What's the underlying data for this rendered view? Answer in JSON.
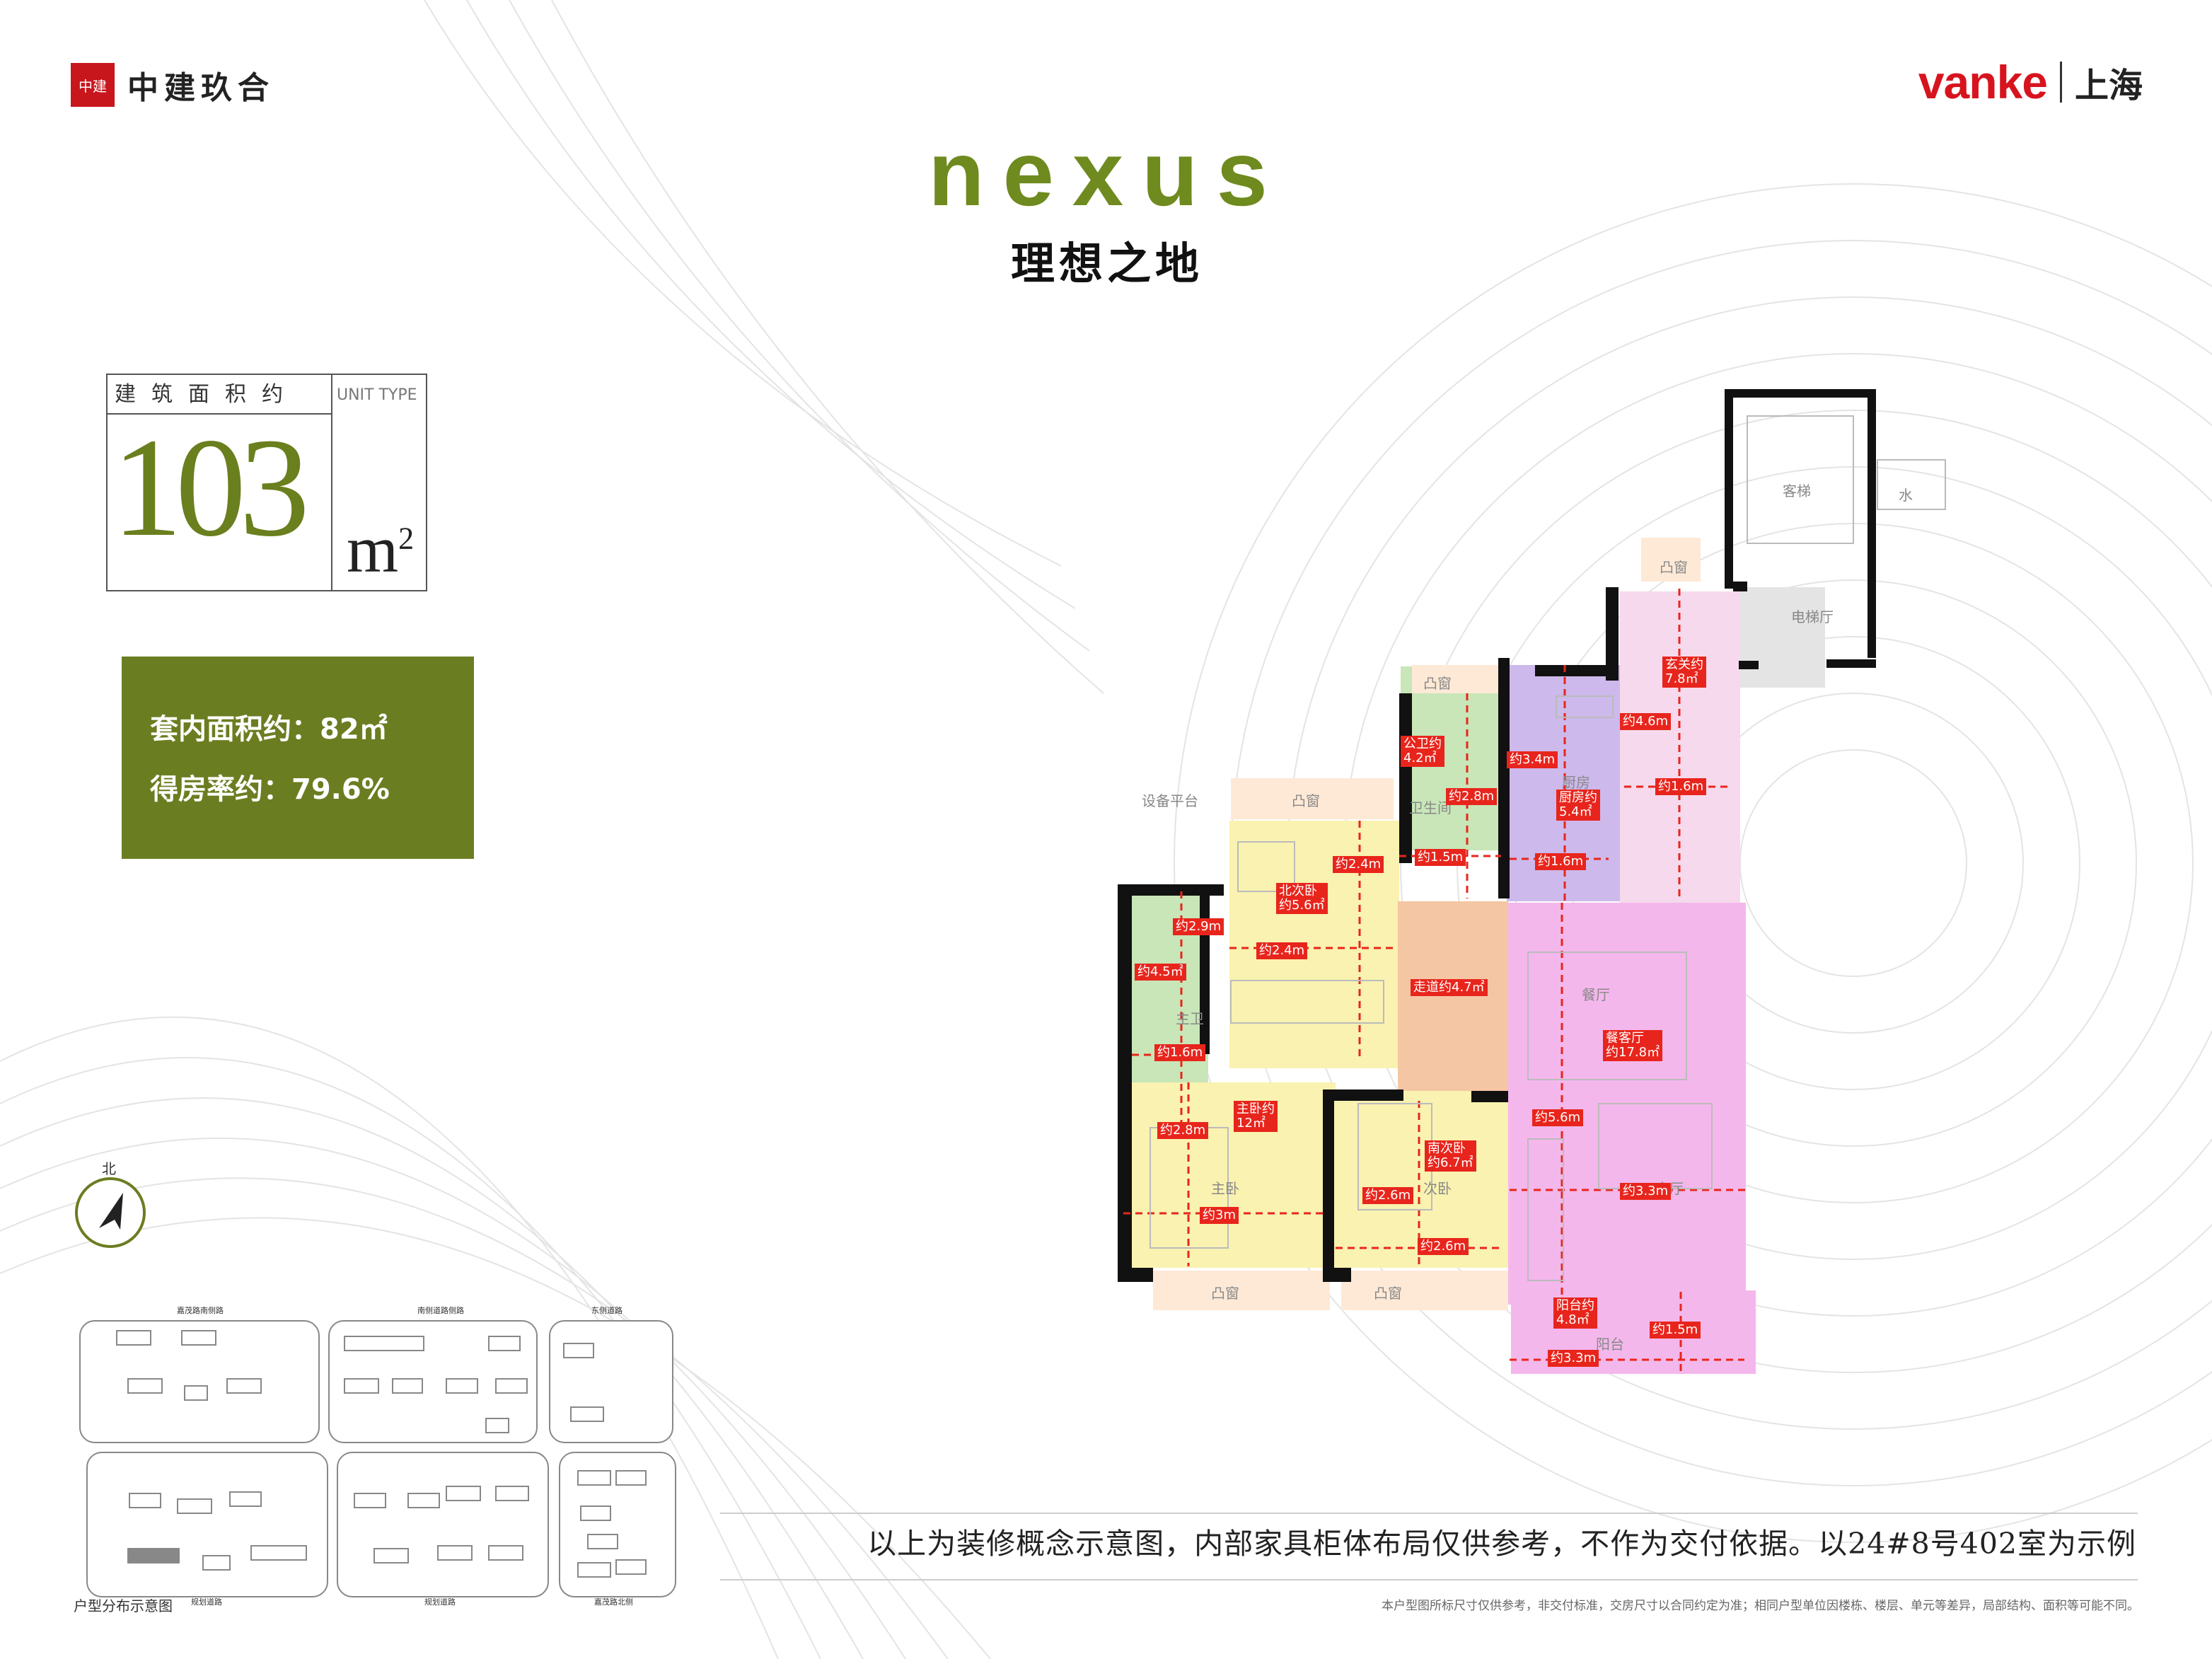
{
  "header": {
    "left_logo_mark": "中建",
    "left_logo": "中建玖合",
    "right_brand": "vanke",
    "right_city": "上海",
    "project_name": "nexus",
    "tagline": "理想之地"
  },
  "area_box": {
    "label": "建筑面积约",
    "unit_type": "UNIT TYPE",
    "value": "103",
    "unit": "m",
    "unit_sup": "2"
  },
  "stats": {
    "inner_area": "套内面积约：82㎡",
    "efficiency": "得房率约：79.6%"
  },
  "compass": {
    "north": "北"
  },
  "siteplan": {
    "caption": "户型分布示意图",
    "roads": [
      "嘉茂路南侧路",
      "南侧道路侧路",
      "东侧道路",
      "规划道路",
      "规划道路",
      "嘉茂路北侧"
    ]
  },
  "floorplan": {
    "rooms": {
      "keti": "客梯",
      "shui": "水",
      "tuchuang_top": "凸窗",
      "diantiting": "电梯厅",
      "tuchuang_2": "凸窗",
      "tuchuang_3": "凸窗",
      "shebei": "设备平台",
      "weishengjian": "卫生间",
      "chufang": "厨房",
      "zhuwei": "主卫",
      "canting": "餐厅",
      "zhuwo": "主卧",
      "ciwo": "次卧",
      "keting": "客厅",
      "tuchuang_4": "凸窗",
      "tuchuang_5": "凸窗",
      "yangtai": "阳台"
    },
    "labels": {
      "xuanguan": "玄关约\n7.8㎡",
      "xuanguan_len": "约4.6m",
      "xuanguan_w": "约1.6m",
      "gongwei": "公卫约\n4.2㎡",
      "gongwei_len": "约2.8m",
      "gongwei_w": "约1.5m",
      "chufang": "厨房约\n5.4㎡",
      "chufang_len": "约3.4m",
      "chufang_w": "约1.6m",
      "beiciwo": "北次卧\n约5.6㎡",
      "beiciwo_len": "约2.4m",
      "beiciwo_w": "约2.4m",
      "zhuwei_len": "约2.9m",
      "zhuwei_area": "约4.5㎡",
      "zhuwei_w": "约1.6m",
      "zoudao": "走道约4.7㎡",
      "cankieting": "餐客厅\n约17.8㎡",
      "cankieting_len": "约5.6m",
      "cankieting_w": "约3.3m",
      "zhuwo": "主卧约\n12㎡",
      "zhuwo_len": "约2.8m",
      "zhuwo_w": "约3m",
      "nanciwo": "南次卧\n约6.7㎡",
      "nanciwo_len": "约2.6m",
      "nanciwo_w": "约2.6m",
      "yangtai": "阳台约\n4.8㎡",
      "yangtai_len": "约1.5m",
      "yangtai_w": "约3.3m"
    }
  },
  "footer": {
    "disclaimer": "以上为装修概念示意图，内部家具柜体布局仅供参考，不作为交付依据。以24#8号402室为示例",
    "note": "本户型图所标尺寸仅供参考，非交付标准，交房尺寸以合同约定为准；相同户型单位因楼栋、楼层、单元等差异，局部结构、面积等可能不同。"
  }
}
